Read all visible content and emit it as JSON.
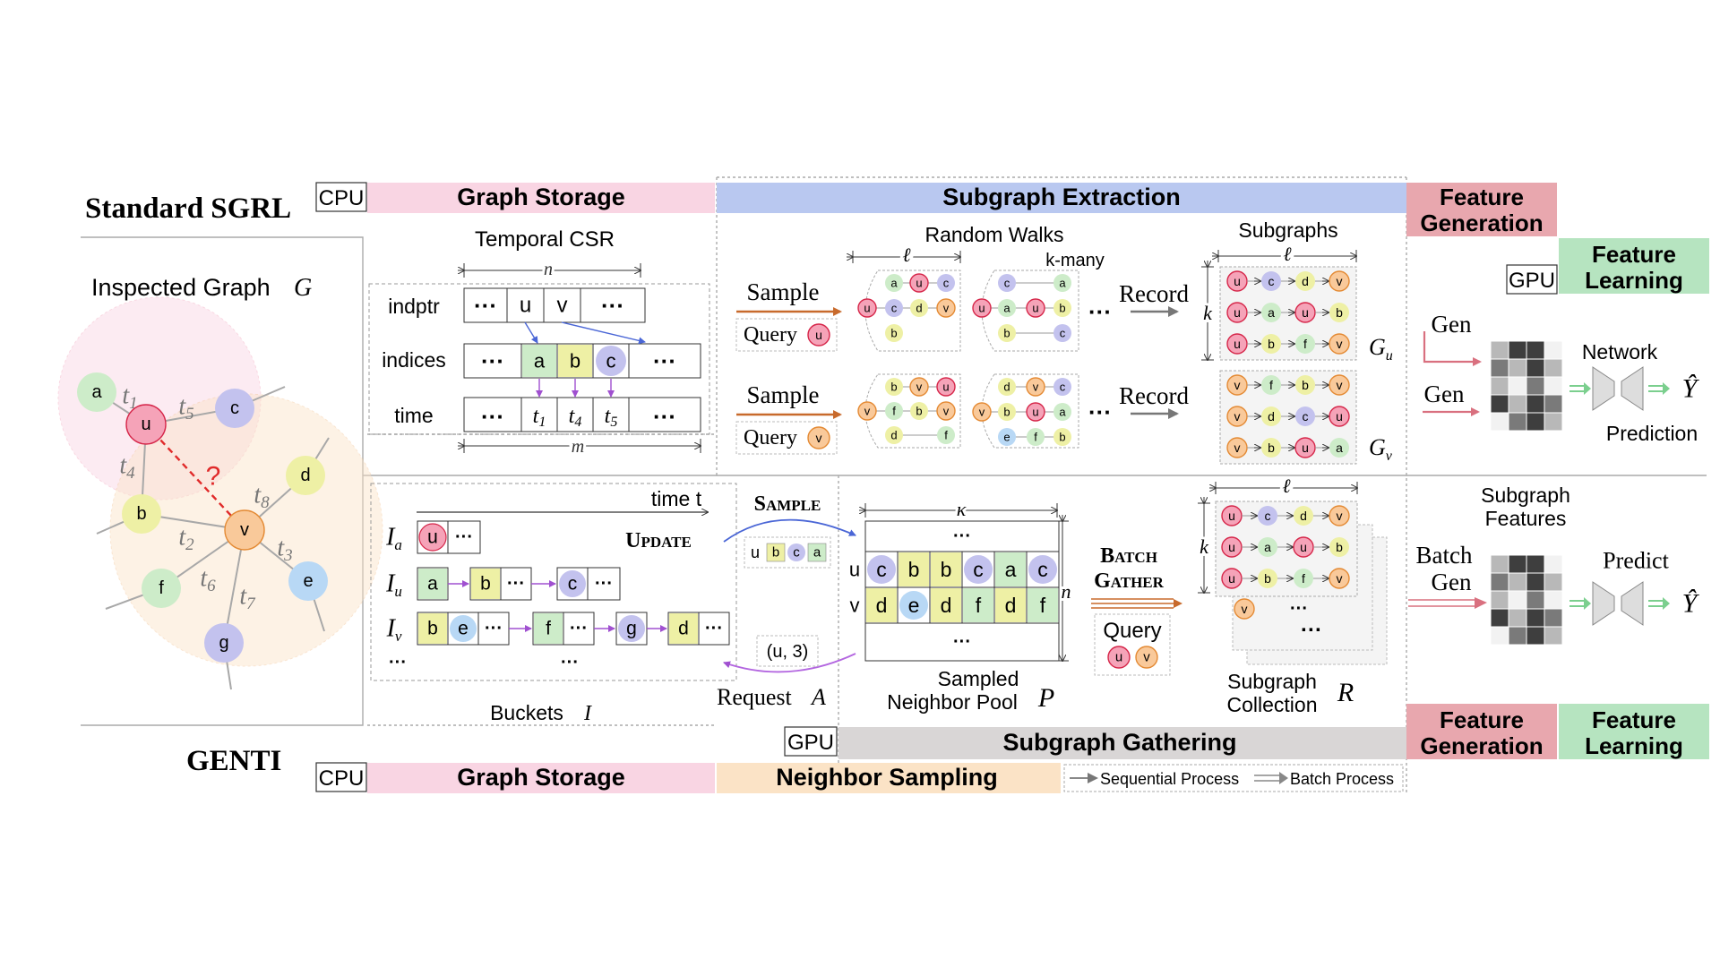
{
  "top": {
    "title": "Standard SGRL",
    "cpu": "CPU",
    "gpu": "GPU",
    "graph_storage": "Graph Storage",
    "subgraph_extraction": "Subgraph Extraction",
    "feature_generation": "Feature Generation",
    "feature_learning": "Feature Learning",
    "temporal_csr": "Temporal CSR",
    "rows": [
      "indptr",
      "indices",
      "time"
    ],
    "dim_n": "n",
    "dim_m": "m",
    "dots": "···",
    "indptr_cells": [
      "···",
      "u",
      "v",
      "···"
    ],
    "indices_cells": [
      "···",
      "a",
      "b",
      "c",
      "···"
    ],
    "time_cells": [
      "···",
      "t",
      "t",
      "t",
      "···"
    ],
    "time_subs": [
      "1",
      "4",
      "5"
    ],
    "random_walks": "Random Walks",
    "k_many": "k-many",
    "ell": "ℓ",
    "k": "k",
    "sample": "Sample",
    "query": "Query",
    "record": "Record",
    "subgraphs": "Subgraphs",
    "G": "G",
    "sub_u": "u",
    "sub_v": "v",
    "gen": "Gen",
    "network": "Network",
    "prediction": "Prediction",
    "yhat": "Ŷ",
    "walks_u_left": [
      "a",
      "u",
      "c",
      "u",
      "c",
      "d",
      "v",
      "b"
    ],
    "walks_u_right": [
      "c",
      "a",
      "u",
      "a",
      "u",
      "b",
      "b",
      "c"
    ],
    "walks_v_left": [
      "b",
      "v",
      "u",
      "v",
      "f",
      "b",
      "v",
      "d",
      "f"
    ],
    "walks_v_right": [
      "d",
      "v",
      "c",
      "v",
      "b",
      "u",
      "a",
      "e",
      "f",
      "b"
    ],
    "subgraph_u_rows": [
      [
        "u",
        "c",
        "d",
        "v"
      ],
      [
        "u",
        "a",
        "u",
        "b"
      ],
      [
        "u",
        "b",
        "f",
        "v"
      ]
    ],
    "subgraph_v_rows": [
      [
        "v",
        "f",
        "b",
        "v"
      ],
      [
        "v",
        "d",
        "c",
        "u"
      ],
      [
        "v",
        "b",
        "u",
        "a"
      ]
    ]
  },
  "graph": {
    "title": "Inspected Graph",
    "symbol": "G",
    "nodes": [
      "a",
      "u",
      "c",
      "d",
      "b",
      "v",
      "e",
      "f",
      "g"
    ],
    "edge_labels": [
      "t",
      "t",
      "t",
      "t",
      "t",
      "t",
      "t",
      "t"
    ],
    "edge_subs": [
      "1",
      "5",
      "4",
      "8",
      "2",
      "3",
      "6",
      "7"
    ],
    "question": "?"
  },
  "bottom": {
    "title": "GENTI",
    "cpu": "CPU",
    "gpu": "GPU",
    "graph_storage": "Graph Storage",
    "neighbor_sampling": "Neighbor Sampling",
    "subgraph_gathering": "Subgraph Gathering",
    "feature_generation": "Feature Generation",
    "feature_learning": "Feature Learning",
    "time_t": "time t",
    "update": "Update",
    "sample": "Sample",
    "buckets": "Buckets",
    "buckets_symbol": "I",
    "bucket_symbol": "I",
    "bucket_subs": [
      "a",
      "u",
      "v"
    ],
    "bucket_a": [
      "u",
      "···"
    ],
    "bucket_u": [
      "a",
      "b",
      "···",
      "c",
      "···"
    ],
    "bucket_v": [
      "b",
      "e",
      "···",
      "f",
      "···",
      "g",
      "d",
      "···"
    ],
    "sampled_tag": [
      "u",
      "b",
      "c",
      "a"
    ],
    "request_tuple": "(u, 3)",
    "request": "Request",
    "request_symbol": "A",
    "kappa": "κ",
    "n": "n",
    "pool_u_label": "u",
    "pool_v_label": "v",
    "pool_u": [
      "c",
      "b",
      "b",
      "c",
      "a",
      "c"
    ],
    "pool_v": [
      "d",
      "e",
      "d",
      "f",
      "d",
      "f"
    ],
    "sampled_pool": [
      "Sampled",
      "Neighbor Pool"
    ],
    "P": "P",
    "batch_gather": [
      "Batch",
      "Gather"
    ],
    "query": "Query",
    "query_nodes": [
      "u",
      "v"
    ],
    "ell": "ℓ",
    "k": "k",
    "collection_rows": [
      [
        "u",
        "c",
        "d",
        "v"
      ],
      [
        "u",
        "a",
        "u",
        "b"
      ],
      [
        "u",
        "b",
        "f",
        "v"
      ]
    ],
    "collection_partial": [
      "v",
      "···"
    ],
    "subgraph_collection": [
      "Subgraph",
      "Collection"
    ],
    "R": "R",
    "subgraph_features": [
      "Subgraph",
      "Features"
    ],
    "batch_gen": [
      "Batch",
      "Gen"
    ],
    "predict": "Predict",
    "yhat": "Ŷ",
    "sequential_process": "Sequential Process",
    "batch_process": "Batch Process"
  },
  "colors": {
    "graph_storage": "#f9d5e3",
    "subgraph_extraction": "#b9c8f0",
    "feature_generation": "#e8a7ae",
    "feature_learning": "#b6e4c0",
    "neighbor_sampling": "#fbe3c6",
    "subgraph_gathering": "#d9d6d6",
    "node_u": "#f5a3b8",
    "node_v": "#f9c99a",
    "node_a": "#cdecc9",
    "node_b": "#eef0a5",
    "node_c": "#c3c2ee",
    "node_d": "#eef0a5",
    "node_e": "#b8d8f5",
    "node_f": "#cdecc9",
    "node_g": "#c3c2ee"
  }
}
